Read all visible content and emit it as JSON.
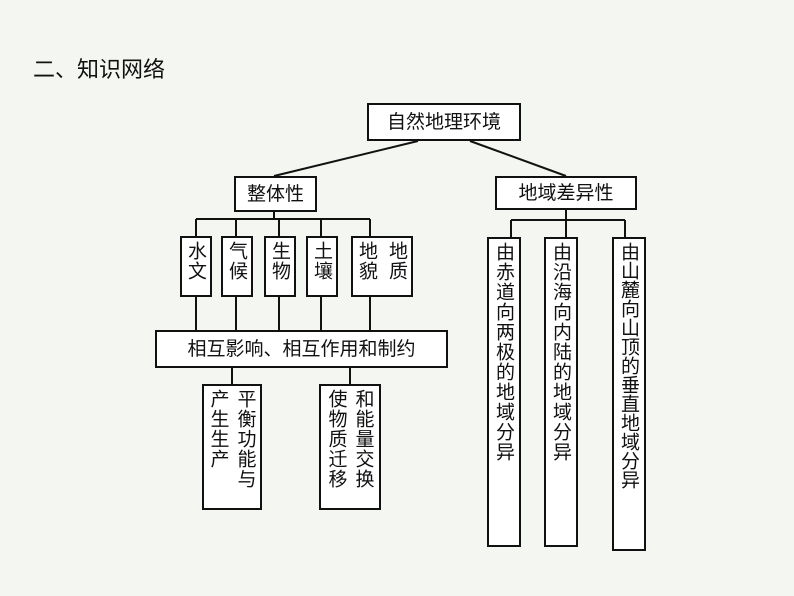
{
  "heading": "二、知识网络",
  "root": "自然地理环境",
  "integrity": {
    "label": "整体性",
    "elements": [
      "水文",
      "气候",
      "生物",
      "土壤",
      "地质",
      "地貌"
    ],
    "interaction": "相互影响、相互作用和制约",
    "results": [
      {
        "lines": [
          "平衡功能与",
          "产生生产"
        ]
      },
      {
        "lines": [
          "和能量交换",
          "使物质迁移"
        ]
      }
    ]
  },
  "differentiation": {
    "label": "地域差异性",
    "patterns": [
      "由赤道向两极的地域分异",
      "由沿海向内陆的地域分异",
      "由山麓向山顶的垂直地域分异"
    ]
  }
}
